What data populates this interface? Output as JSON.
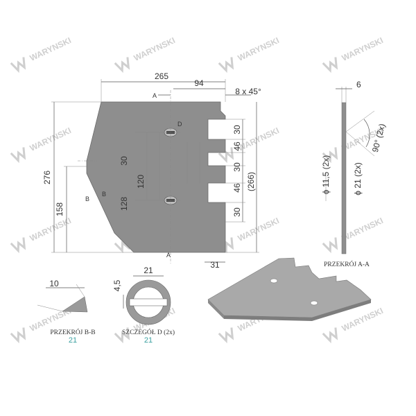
{
  "watermark": {
    "brand": "WARYNSKI",
    "rows": 4,
    "cols": 4
  },
  "front_view": {
    "dim_top_width": "265",
    "dim_top_94": "94",
    "dim_chamfer": "8 x 45°",
    "dim_left_height": "276",
    "dim_left_158": "158",
    "dim_right_266": "(266)",
    "dim_bottom_31": "31",
    "notch_dims": [
      "30",
      "46",
      "30",
      "46",
      "30"
    ],
    "hole_dims": [
      "30",
      "120",
      "128"
    ],
    "section_marks": {
      "a_top": "A",
      "a_bottom": "A",
      "b_left": "B",
      "b_right": "B",
      "detail_d": "D"
    }
  },
  "section_aa": {
    "caption": "PRZEKRÓJ A-A",
    "dim_thickness": "6",
    "dim_hole_small": "ϕ 11,5 (2x)",
    "dim_hole_large": "ϕ 21 (2x)",
    "dim_angle": "90° (2x)"
  },
  "section_bb": {
    "caption": "PRZEKRÓJ B-B",
    "scale": "21",
    "dim_10": "10"
  },
  "detail_d": {
    "caption": "SZCZEGÓŁ D (2x)",
    "scale": "21",
    "dim_21": "21",
    "dim_4_5": "4,5"
  },
  "colors": {
    "plate": "#8e8e8e",
    "scale_text": "#3aa0a0",
    "watermark": "#cfcfcf"
  }
}
